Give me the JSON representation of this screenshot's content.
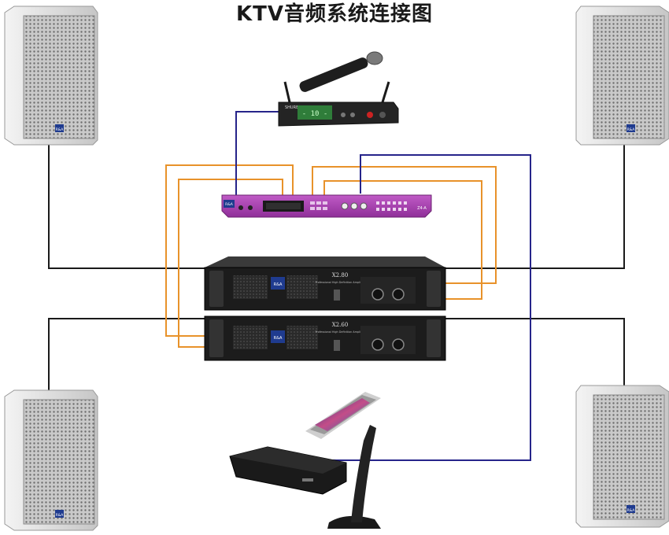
{
  "title": "KTV音频系统连接图",
  "colors": {
    "background": "#ffffff",
    "speaker_cable": "#1a1a1a",
    "signal_cable": "#e8922a",
    "control_cable": "#26248a",
    "processor_body": "#a83fb0",
    "amplifier_body": "#1c1c1c",
    "speaker_body": "#d8d8d8",
    "brand_badge": "#1f3b8f"
  },
  "devices": {
    "wireless_receiver": {
      "brand": "SHURE",
      "display": "- 10 -"
    },
    "processor": {
      "brand": "R&A",
      "model": "Z4-A"
    },
    "amplifier_top": {
      "brand": "R&A",
      "model": "X2.80",
      "subtitle": "Professional High Definition Amplifier"
    },
    "amplifier_bottom": {
      "brand": "R&A",
      "model": "X2.60",
      "subtitle": "Professional High Definition Amplifier"
    },
    "speaker_brand": "R&A",
    "player": {
      "label": ""
    },
    "touchscreen": {
      "label": ""
    }
  }
}
